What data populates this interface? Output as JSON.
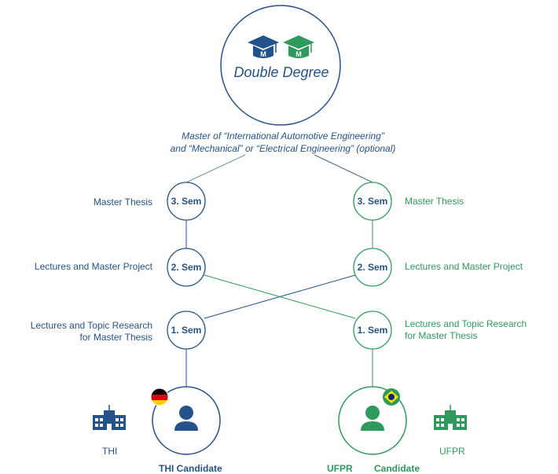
{
  "colors": {
    "blue": "#24528a",
    "green": "#2e9b5c",
    "flag_de": [
      "#000000",
      "#dd0000",
      "#ffce00"
    ],
    "flag_br": [
      "#2e9b5c",
      "#ffdf00",
      "#002776"
    ]
  },
  "top": {
    "title": "Double Degree",
    "badge_letter": "M",
    "icons": [
      "graduation-cap-icon",
      "graduation-cap-icon"
    ]
  },
  "degree": {
    "line1": "Master of “International Automotive Engineering”",
    "line2": "and “Mechanical” or “Electrical Engineering” (optional)"
  },
  "semesters": {
    "s3": "3. Sem",
    "s2": "2. Sem",
    "s1": "1. Sem"
  },
  "left": {
    "s3_label": "Master Thesis",
    "s2_label": "Lectures and Master Project",
    "s1_label_line1": "Lectures and Topic Research",
    "s1_label_line2": "for Master Thesis",
    "institution": "THI",
    "candidate": "THI Candidate",
    "flag": "germany-flag-icon"
  },
  "right": {
    "s3_label": "Master Thesis",
    "s2_label": "Lectures and Master Project",
    "s1_label_line1": "Lectures and Topic Research",
    "s1_label_line2": "for Master Thesis",
    "institution": "UFPR",
    "candidate_part1": "UFPR",
    "candidate_part2": "Candidate",
    "flag": "brazil-flag-icon"
  }
}
